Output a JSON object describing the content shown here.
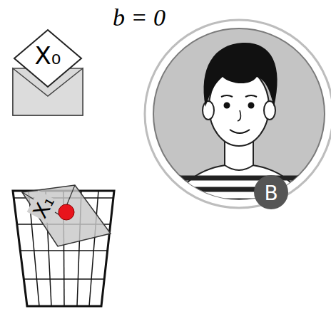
{
  "diagram": {
    "nodes": [
      {
        "text": [
          "X₀"
        ]
      },
      {
        "text": [
          "B"
        ]
      },
      {
        "text": [
          "X₁"
        ]
      }
    ],
    "labels": [
      "b = 0"
    ]
  }
}
